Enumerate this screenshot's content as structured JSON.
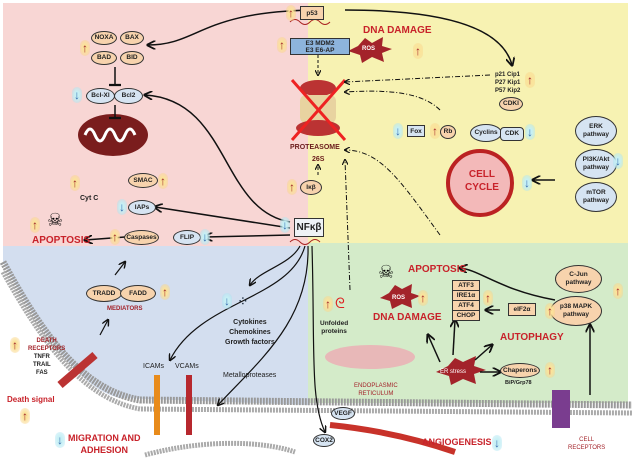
{
  "colors": {
    "apoptosis_region": "#f8d6d4",
    "cell_cycle_region": "#f7f2b2",
    "migration_region": "#d3deef",
    "er_stress_region": "#d4ebc9",
    "accent_red": "#c8222a",
    "up_arrow": "#a0252a",
    "down_arrow": "#3a6fb0"
  },
  "center": {
    "p53": "p53",
    "e3_line1": "E3 MDM2",
    "e3_line2": "E3 E6-AP",
    "proteasome": "PROTEASOME",
    "proteasome_sub": "26S",
    "ikb": "Iκβ",
    "nfkb": "NFκβ"
  },
  "apoptosis": {
    "noxa": "NOXA",
    "bax": "BAX",
    "bad": "BAD",
    "bid": "BID",
    "bclxl": "Bcl-Xl",
    "bcl2": "Bcl2",
    "cytc": "Cyt C",
    "smac": "SMAC",
    "iaps": "IAPs",
    "caspases": "Caspases",
    "flip": "FLIP",
    "label": "APOPTOSIS"
  },
  "cell_cycle": {
    "dna_damage": "DNA DAMAGE",
    "ros": "ROS",
    "p21": "p21 Cip1",
    "p27": "P27 Kip1",
    "p57": "P57 Kip2",
    "cdki": "CDKI",
    "fox": "Fox",
    "rb": "Rb",
    "cyclins": "Cyclins",
    "cdk": "CDK",
    "cell_cycle_1": "CELL",
    "cell_cycle_2": "CYCLE",
    "erk": [
      "ERK",
      "pathway"
    ],
    "pi3k": [
      "PI3K/Akt",
      "pathway"
    ],
    "mtor": [
      "mTOR",
      "pathway"
    ]
  },
  "migration": {
    "tradd": "TRADD",
    "fadd": "FADD",
    "mediators": "MEDIATORS",
    "death_receptors_1": "DEATH",
    "death_receptors_2": "RECEPTORS",
    "tnfr": "TNFR",
    "trail": "TRAIL",
    "fas": "FAS",
    "death_signal": "Death signal",
    "cytokines": "Cytokines",
    "chemokines": "Chemokines",
    "growth_factors": "Growth factors",
    "icams": "ICAMs",
    "vcams": "VCAMs",
    "metalloproteases": "Metalloproteases",
    "migration_1": "MIGRATION AND",
    "migration_2": "ADHESION"
  },
  "er_stress": {
    "apoptosis": "APOPTOSIS",
    "ros": "ROS",
    "dna_damage": "DNA DAMAGE",
    "atf3": "ATF3",
    "ire1a": "IRE1α",
    "atf4": "ATF4",
    "chop": "CHOP",
    "eif2a": "eIF2α",
    "autophagy": "AUTOPHAGY",
    "er_stress": "ER stress",
    "chaperons": "Chaperons",
    "bip": "BiP/Grp78",
    "unfolded_1": "Unfolded",
    "unfolded_2": "proteins",
    "er_1": "ENDOPLASMIC",
    "er_2": "RETICULUM",
    "cjun": [
      "C-Jun",
      "pathway"
    ],
    "p38": [
      "p38 MAPK",
      "pathway"
    ],
    "cell_receptors_1": "CELL",
    "cell_receptors_2": "RECEPTORS"
  },
  "angiogenesis": {
    "vegf": "VEGF",
    "cox2": "COX2",
    "label": "ANGIOGENESIS"
  }
}
